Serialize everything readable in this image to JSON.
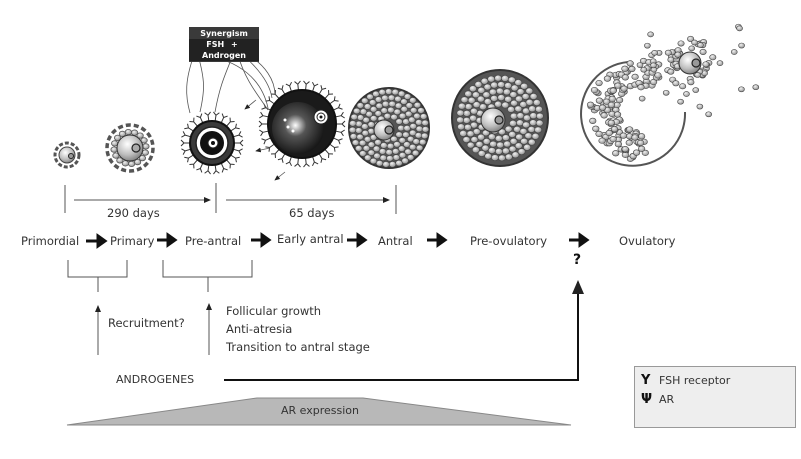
{
  "figure": {
    "synergism_box": {
      "title": "Synergism",
      "left": "FSH",
      "operator": "+",
      "right": "Androgen"
    },
    "timeline": {
      "span1_label": "290 days",
      "span2_label": "65 days"
    },
    "stages": [
      "Primordial",
      "Primary",
      "Pre-antral",
      "Early antral",
      "Antral",
      "Pre-ovulatory",
      "Ovulatory"
    ],
    "unknown_marker": "?",
    "effects": {
      "recruitment": "Recruitment?",
      "preantral_effects": [
        "Follicular growth",
        "Anti-atresia",
        "Transition to antral stage"
      ]
    },
    "androgens_label": "ANDROGENES",
    "ar_expression_label": "AR expression",
    "legend": {
      "items": [
        {
          "icon": "fsh-receptor-icon",
          "symbol": "Y",
          "label": "FSH receptor"
        },
        {
          "icon": "ar-icon",
          "symbol": "Ψ",
          "label": "AR"
        }
      ]
    }
  }
}
